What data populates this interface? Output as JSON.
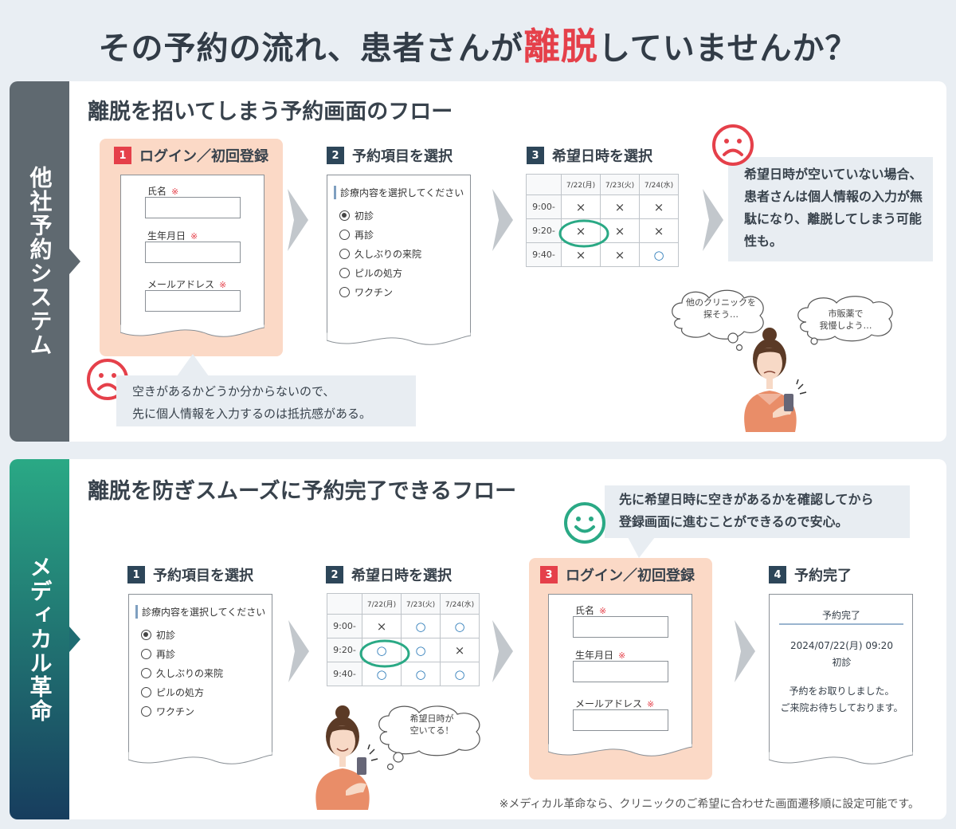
{
  "title": {
    "pre": "その予約の流れ、患者さんが",
    "highlight": "離脱",
    "post": "していませんか？"
  },
  "colors": {
    "accent_red": "#e5404a",
    "accent_green": "#2aa985",
    "navy": "#2d4659",
    "peach": "#fbd9c6",
    "gray_side": "#5f6970"
  },
  "top": {
    "side_label": "他社予約システム",
    "panel_title": "離脱を招いてしまう予約画面のフロー",
    "step1": {
      "num": "1",
      "label": "ログイン／初回登録",
      "fields": [
        "氏名",
        "生年月日",
        "メールアドレス"
      ],
      "required_mark": "※"
    },
    "step2": {
      "num": "2",
      "label": "予約項目を選択",
      "question": "診療内容を選択してください",
      "options": [
        "初診",
        "再診",
        "久しぶりの来院",
        "ピルの処方",
        "ワクチン"
      ]
    },
    "step3": {
      "num": "3",
      "label": "希望日時を選択",
      "dates": [
        "7/22(月)",
        "7/23(火)",
        "7/24(水)"
      ],
      "times": [
        "9:00-",
        "9:20-",
        "9:40-"
      ],
      "marks": [
        [
          "×",
          "×",
          "×"
        ],
        [
          "×",
          "×",
          "×"
        ],
        [
          "×",
          "×",
          "○"
        ]
      ]
    },
    "sad_note": "希望日時が空いていない場合、患者さんは個人情報の入力が無駄になり、離脱してしまう可能性も。",
    "bottom_note_line1": "空きがあるかどうか分からないので、",
    "bottom_note_line2": "先に個人情報を入力するのは抵抗感がある。",
    "thought1_l1": "他のクリニックを",
    "thought1_l2": "探そう…",
    "thought2_l1": "市販薬で",
    "thought2_l2": "我慢しよう…",
    "icons": [
      "sad-face-icon",
      "chevron-right-icon",
      "woman-with-phone-icon",
      "thought-cloud-icon"
    ]
  },
  "bottom": {
    "side_label": "メディカル革命",
    "panel_title": "離脱を防ぎスムーズに予約完了できるフロー",
    "happy_note_l1": "先に希望日時に空きがあるかを確認してから",
    "happy_note_l2": "登録画面に進むことができるので安心。",
    "step1": {
      "num": "1",
      "label": "予約項目を選択",
      "question": "診療内容を選択してください",
      "options": [
        "初診",
        "再診",
        "久しぶりの来院",
        "ピルの処方",
        "ワクチン"
      ]
    },
    "step2": {
      "num": "2",
      "label": "希望日時を選択",
      "dates": [
        "7/22(月)",
        "7/23(火)",
        "7/24(水)"
      ],
      "times": [
        "9:00-",
        "9:20-",
        "9:40-"
      ],
      "marks": [
        [
          "×",
          "○",
          "○"
        ],
        [
          "○",
          "○",
          "×"
        ],
        [
          "○",
          "○",
          "○"
        ]
      ]
    },
    "step3": {
      "num": "3",
      "label": "ログイン／初回登録",
      "fields": [
        "氏名",
        "生年月日",
        "メールアドレス"
      ],
      "required_mark": "※"
    },
    "step4": {
      "num": "4",
      "label": "予約完了",
      "doc_title": "予約完了",
      "datetime": "2024/07/22(月) 09:20",
      "type": "初診",
      "msg1": "予約をお取りしました。",
      "msg2": "ご来院お待ちしております。"
    },
    "thought_l1": "希望日時が",
    "thought_l2": "空いてる！",
    "footnote": "※メディカル革命なら、クリニックのご希望に合わせた画面遷移順に設定可能です。",
    "icons": [
      "happy-face-icon",
      "chevron-right-icon",
      "woman-with-phone-icon",
      "thought-cloud-icon"
    ]
  }
}
